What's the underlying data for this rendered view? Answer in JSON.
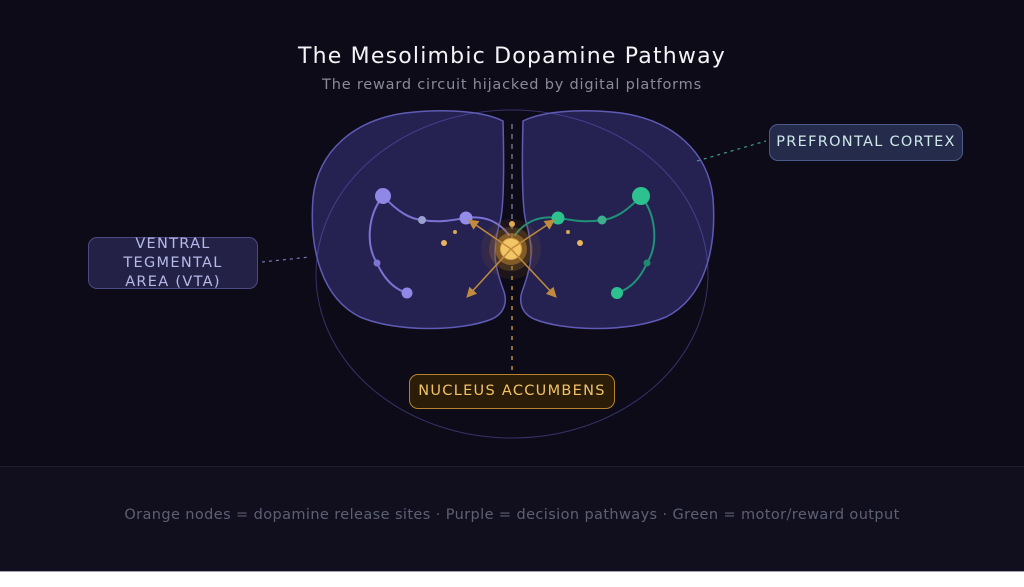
{
  "header": {
    "title": "The Mesolimbic Dopamine Pathway",
    "subtitle": "The reward circuit hijacked by digital platforms"
  },
  "labels": {
    "prefrontal_cortex": "PREFRONTAL CORTEX",
    "vta_line1": "VENTRAL TEGMENTAL",
    "vta_line2": "AREA (VTA)",
    "nucleus_accumbens": "NUCLEUS ACCUMBENS"
  },
  "legend": {
    "text": "Orange nodes = dopamine release sites · Purple = decision pathways · Green = motor/reward output"
  },
  "colors": {
    "background": "#0d0b18",
    "footer_background": "#110f1d",
    "orange_node": "#e9b45c",
    "orange_line": "#c08b3c",
    "dopamine_core": "#f2c566",
    "purple_node": "#8f88e6",
    "purple_path": "#7b74d4",
    "green_node": "#2cc18e",
    "green_path": "#1f9377",
    "hemisphere_stroke": "#5f5bb4",
    "prefrontal_label_text": "#cfe9ea",
    "vta_label_text": "#b6b9ea",
    "nucleus_label_text": "#f2c269",
    "title_text": "#f4f4f6",
    "subtitle_text": "#8a8a99",
    "legend_text": "#5c6074"
  }
}
